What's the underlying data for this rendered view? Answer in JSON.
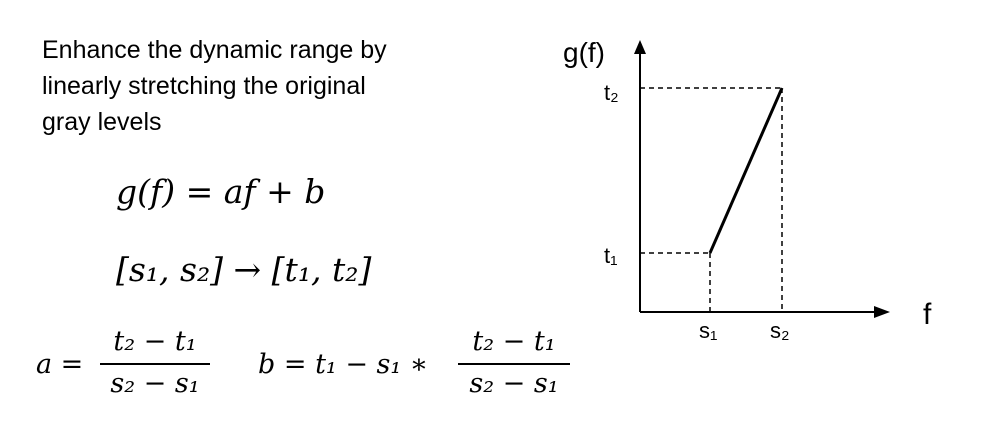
{
  "intro": {
    "line1": "Enhance the dynamic range by",
    "line2": "linearly stretching the original",
    "line3": "gray levels"
  },
  "equations": {
    "eq1": "g(f) = af + b",
    "eq2": "[s₁, s₂] → [t₁, t₂]",
    "a_lhs": "a =",
    "a_num": "t₂ − t₁",
    "a_den": "s₂ − s₁",
    "b_lhs": "b = t₁ − s₁ ∗",
    "b_num": "t₂ − t₁",
    "b_den": "s₂ − s₁"
  },
  "graph": {
    "y_axis_label": "g(f)",
    "x_axis_label": "f",
    "tick_t2": "t₂",
    "tick_t1": "t₁",
    "tick_s1": "s₁",
    "tick_s2": "s₂"
  }
}
